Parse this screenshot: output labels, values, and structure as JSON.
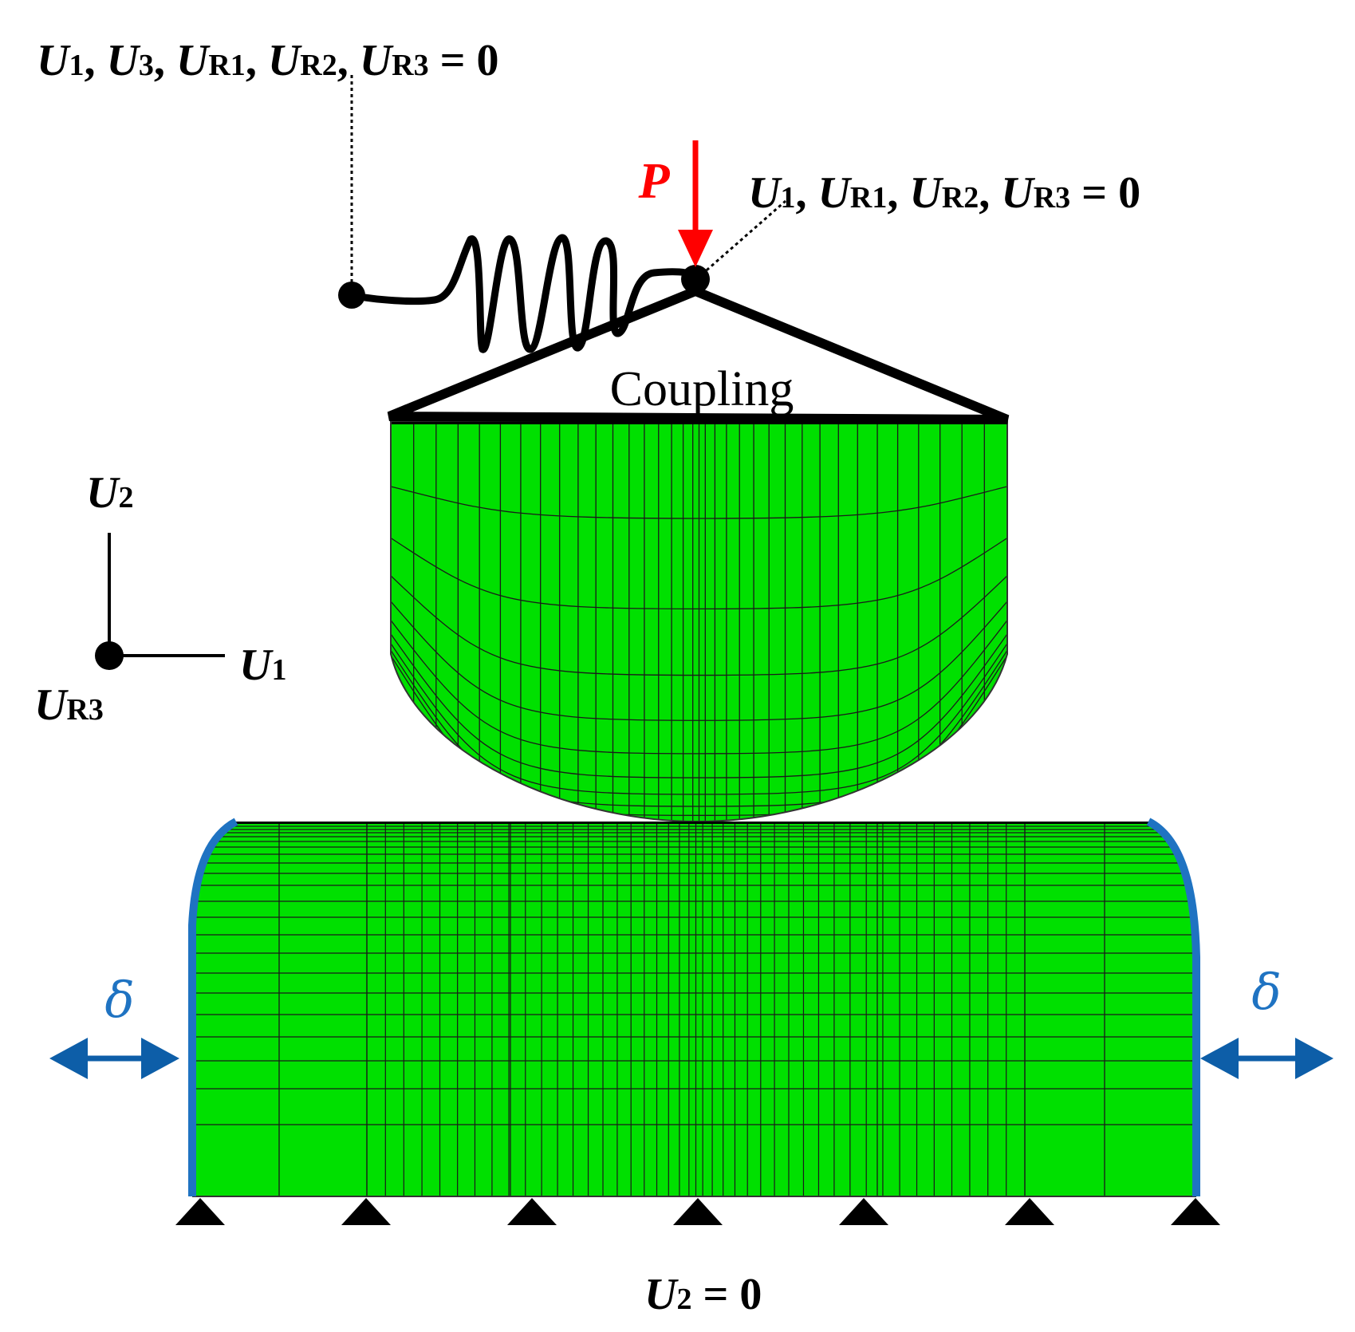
{
  "labels": {
    "spring_bc": {
      "parts": [
        {
          "t": "U",
          "i": true
        },
        {
          "t": "1",
          "s": true
        },
        {
          "t": ", "
        },
        {
          "t": "U",
          "i": true
        },
        {
          "t": "3",
          "s": true
        },
        {
          "t": ", "
        },
        {
          "t": "U",
          "i": true
        },
        {
          "t": "R1",
          "s": true
        },
        {
          "t": ", "
        },
        {
          "t": "U",
          "i": true
        },
        {
          "t": "R2",
          "s": true
        },
        {
          "t": ", "
        },
        {
          "t": "U",
          "i": true
        },
        {
          "t": "R3",
          "s": true
        },
        {
          "t": " = 0"
        }
      ]
    },
    "ref_bc": {
      "parts": [
        {
          "t": "U",
          "i": true
        },
        {
          "t": "1",
          "s": true
        },
        {
          "t": ", "
        },
        {
          "t": "U",
          "i": true
        },
        {
          "t": "R1",
          "s": true
        },
        {
          "t": ", "
        },
        {
          "t": "U",
          "i": true
        },
        {
          "t": "R2",
          "s": true
        },
        {
          "t": ", "
        },
        {
          "t": "U",
          "i": true
        },
        {
          "t": "R3",
          "s": true
        },
        {
          "t": " = 0"
        }
      ]
    },
    "axis_u2": {
      "parts": [
        {
          "t": "U",
          "i": true
        },
        {
          "t": "2",
          "s": true
        }
      ]
    },
    "axis_u1": {
      "parts": [
        {
          "t": "U",
          "i": true
        },
        {
          "t": "1",
          "s": true
        }
      ]
    },
    "axis_ur3": {
      "parts": [
        {
          "t": "U",
          "i": true
        },
        {
          "t": "R3",
          "s": true
        }
      ]
    },
    "base_bc": {
      "parts": [
        {
          "t": "U",
          "i": true
        },
        {
          "t": "2",
          "s": true
        },
        {
          "t": " = 0"
        }
      ]
    },
    "load": "P",
    "coupling": "Coupling",
    "delta_left": "δ",
    "delta_right": "δ"
  },
  "colors": {
    "mesh_fill": "#00e000",
    "mesh_line": "#1a1a1a",
    "load_arrow": "#ff0000",
    "boundary": "#1f73c2",
    "delta_arrow": "#0d5ea8",
    "delta_text": "#1f73c2",
    "ink": "#000000"
  },
  "icons": [
    "pin-support-icon",
    "double-arrow-icon",
    "spring-icon",
    "reference-node-icon"
  ]
}
